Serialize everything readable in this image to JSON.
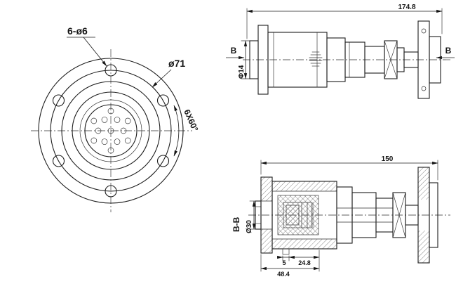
{
  "drawing": {
    "front_view": {
      "hole_callout": "6-ø6",
      "bolt_circle_dia": "ø71",
      "hole_pattern": "6X60°"
    },
    "side_view": {
      "overall_length": "174.8",
      "section_letter_left": "B",
      "section_letter_right": "B",
      "pilot_dia": "Φ14"
    },
    "section_view": {
      "view_label": "B-B",
      "length": "150",
      "tube_dia": "Ø30",
      "foot_width": "5",
      "insert_offset": "24.8",
      "insert_length": "48.4"
    },
    "colors": {
      "line": "#1d1d1d",
      "background": "#ffffff"
    }
  }
}
